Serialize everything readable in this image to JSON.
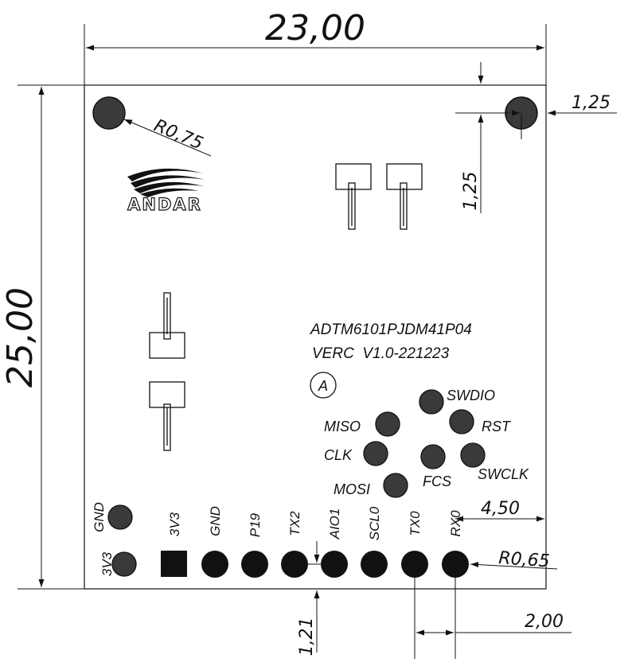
{
  "dimensions": {
    "width": "23,00",
    "height": "25,00",
    "corner_hole_radius": "R0,75",
    "hole_offset_x": "1,25",
    "hole_offset_y": "1,25",
    "pin_offset_right": "4,50",
    "pin_radius": "R0,65",
    "pin_row_offset_bottom": "1,21",
    "pin_pitch": "2,00"
  },
  "logo": {
    "text": "ANDAR"
  },
  "part": {
    "number": "ADTM6101PJDM41P04",
    "version": "VERC  V1.0-221223",
    "marker": "A"
  },
  "debug_pads": [
    {
      "label": "SWDIO"
    },
    {
      "label": "MISO"
    },
    {
      "label": "RST"
    },
    {
      "label": "CLK"
    },
    {
      "label": "FCS"
    },
    {
      "label": "SWCLK"
    },
    {
      "label": "MOSI"
    }
  ],
  "bottom_pins": [
    {
      "label": "3V3",
      "shape": "square"
    },
    {
      "label": "GND",
      "shape": "round"
    },
    {
      "label": "P19",
      "shape": "round"
    },
    {
      "label": "TX2",
      "shape": "round"
    },
    {
      "label": "AIO1",
      "shape": "round"
    },
    {
      "label": "SCL0",
      "shape": "round"
    },
    {
      "label": "TX0",
      "shape": "round"
    },
    {
      "label": "RX0",
      "shape": "round"
    }
  ],
  "left_pads": [
    {
      "label": "GND"
    },
    {
      "label": "3V3"
    }
  ],
  "colors": {
    "line": "#111111",
    "pad_fill": "#3a3a3a"
  }
}
